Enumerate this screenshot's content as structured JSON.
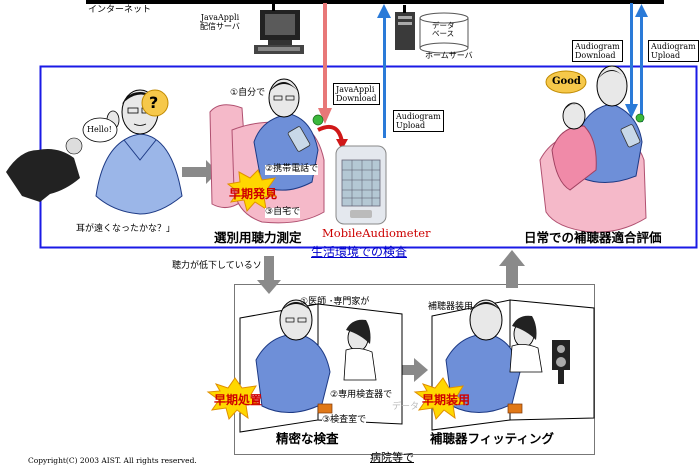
{
  "network": {
    "internet_label": "インターネット",
    "java_server_label": "JavaAppli\n配信サーバ",
    "home_server_label": "ホームサーバ",
    "db_label": "データ\nベース"
  },
  "flow_labels": {
    "javaappli_download": "JavaAppli\nDownload",
    "audiogram_upload_center": "Audiogram\nUpload",
    "audiogram_download": "Audiogram\nDownload",
    "audiogram_upload_right": "Audiogram\nUpload"
  },
  "living": {
    "section_title": "生活環境での検査",
    "hello": "Hello!",
    "question_mark": "?",
    "ear_question": "耳が遠くなったかな？」",
    "step1": "①自分で",
    "step2": "②携帯電話で",
    "step3": "③自宅で",
    "early_detection": "早期発見",
    "screening_title": "選別用聴力測定",
    "device_name": "MobileAudiometer",
    "good": "Good",
    "daily_title": "日常での補聴器適合評価"
  },
  "hospital": {
    "section_title": "病院等で",
    "hearing_decline": "聴力が低下しているソ",
    "step1": "①医師 ･専門家が",
    "step2": "②専用検査器で",
    "step3": "③検査室で",
    "data_fade": "データ",
    "early_treatment": "早期処置",
    "precise_title": "精密な検査",
    "fitting_label": "補聴器装用",
    "early_wearing": "早期装用",
    "fitting_title": "補聴器フィッティング"
  },
  "footer": {
    "copyright": "Copyright(C) 2003 AIST. All rights reserved."
  },
  "colors": {
    "blue_frame": "#1a1ae6",
    "pink_arrow": "#e87878",
    "blue_arrow": "#2a7ad8",
    "gray_arrow": "#8a8a8a",
    "burst_fill": "#ffd700",
    "burst_text": "#d00000",
    "link_blue": "#0000cc",
    "device_red": "#cc0000"
  }
}
